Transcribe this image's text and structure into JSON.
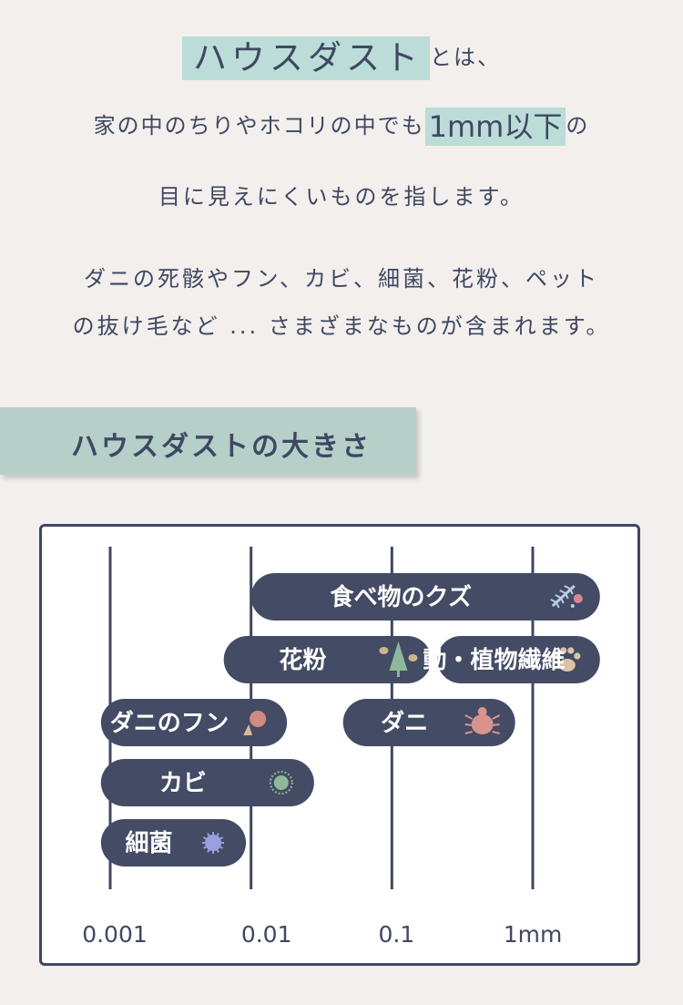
{
  "intro": {
    "highlight_term": "ハウスダスト",
    "line1_rest": "とは、",
    "line2_pre": "家の中のちりやホコリの中でも",
    "line2_highlight": "1mm以下",
    "line2_post": "の",
    "line3": "目に見えにくいものを指します。",
    "line4": "ダニの死骸やフン、カビ、細菌、花粉、ペット",
    "line5": "の抜け毛など ... さまざまなものが含まれます。"
  },
  "section_heading": "ハウスダストの大きさ",
  "chart_data": {
    "type": "range-bar",
    "scale": "log",
    "unit": "mm",
    "ticks": [
      {
        "value": 0.001,
        "label": "0.001"
      },
      {
        "value": 0.01,
        "label": "0.01"
      },
      {
        "value": 0.1,
        "label": "0.1"
      },
      {
        "value": 1,
        "label": "1mm"
      }
    ],
    "items": [
      {
        "label": "食べ物のクズ",
        "min": 0.01,
        "max": 3,
        "icon": "fish-bone-icon"
      },
      {
        "label": "花粉",
        "min": 0.0064,
        "max": 0.19,
        "icon": "tree-pollen-icon"
      },
      {
        "label": "動・植物繊維",
        "min": 0.21,
        "max": 3,
        "icon": "paw-icon"
      },
      {
        "label": "ダニのフン",
        "min": 0.00086,
        "max": 0.018,
        "icon": "dropping-icon"
      },
      {
        "label": "ダニ",
        "min": 0.045,
        "max": 0.75,
        "icon": "mite-icon"
      },
      {
        "label": "カビ",
        "min": 0.00086,
        "max": 0.028,
        "icon": "mold-spore-icon"
      },
      {
        "label": "細菌",
        "min": 0.00086,
        "max": 0.0092,
        "icon": "bacteria-icon"
      }
    ],
    "colors": {
      "bar": "#434b65",
      "label": "#ffffff",
      "axis": "#3e4862"
    }
  }
}
